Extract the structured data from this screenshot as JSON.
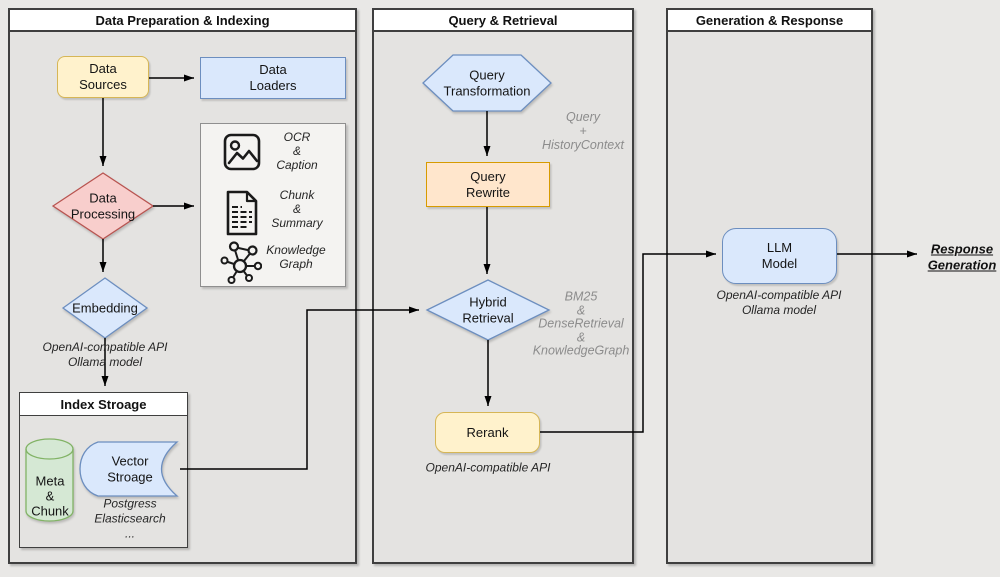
{
  "diagram": {
    "sections": [
      {
        "title": "Data Preparation & Indexing"
      },
      {
        "title": "Query & Retrieval"
      },
      {
        "title": "Generation & Response"
      }
    ]
  },
  "nodes": {
    "data_sources": "Data\nSources",
    "data_loaders": "Data\nLoaders",
    "data_processing": "Data\nProcessing",
    "processing_methods": [
      {
        "icon": "image-icon",
        "label": "OCR\n&\nCaption"
      },
      {
        "icon": "document-icon",
        "label": "Chunk\n&\nSummary"
      },
      {
        "icon": "knowledge-graph-icon",
        "label": "Knowledge\nGraph"
      }
    ],
    "embedding": "Embedding",
    "embedding_note": "OpenAI-compatible API\nOllama model",
    "index_storage_title": "Index Stroage",
    "meta_chunk": "Meta\n&\nChunk",
    "vector_storage": "Vector\nStroage",
    "vector_storage_note": "Postgress\nElasticsearch\n...",
    "query_transformation": "Query\nTransformation",
    "query_context_note": "Query\n+\nHistoryContext",
    "query_rewrite": "Query\nRewrite",
    "hybrid_retrieval": "Hybrid\nRetrieval",
    "hybrid_note": "BM25\n&\nDenseRetrieval\n&\nKnowledgeGraph",
    "rerank": "Rerank",
    "rerank_note": "OpenAI-compatible API",
    "llm_model": "LLM\nModel",
    "llm_note": "OpenAI-compatible API\nOllama model",
    "response_generation": "Response\nGeneration"
  },
  "palette": {
    "yellow_fill": "#fff2cc",
    "yellow_border": "#d6b656",
    "blue_fill": "#dae8fc",
    "blue_border": "#6c8ebf",
    "red_fill": "#f8cecc",
    "red_border": "#b85450",
    "orange_fill": "#ffe6cc",
    "orange_border": "#d79b00",
    "green_fill": "#d5e8d4",
    "green_border": "#82b366",
    "section_bg": "#e4e3e1",
    "section_border": "#3f3f3f"
  }
}
